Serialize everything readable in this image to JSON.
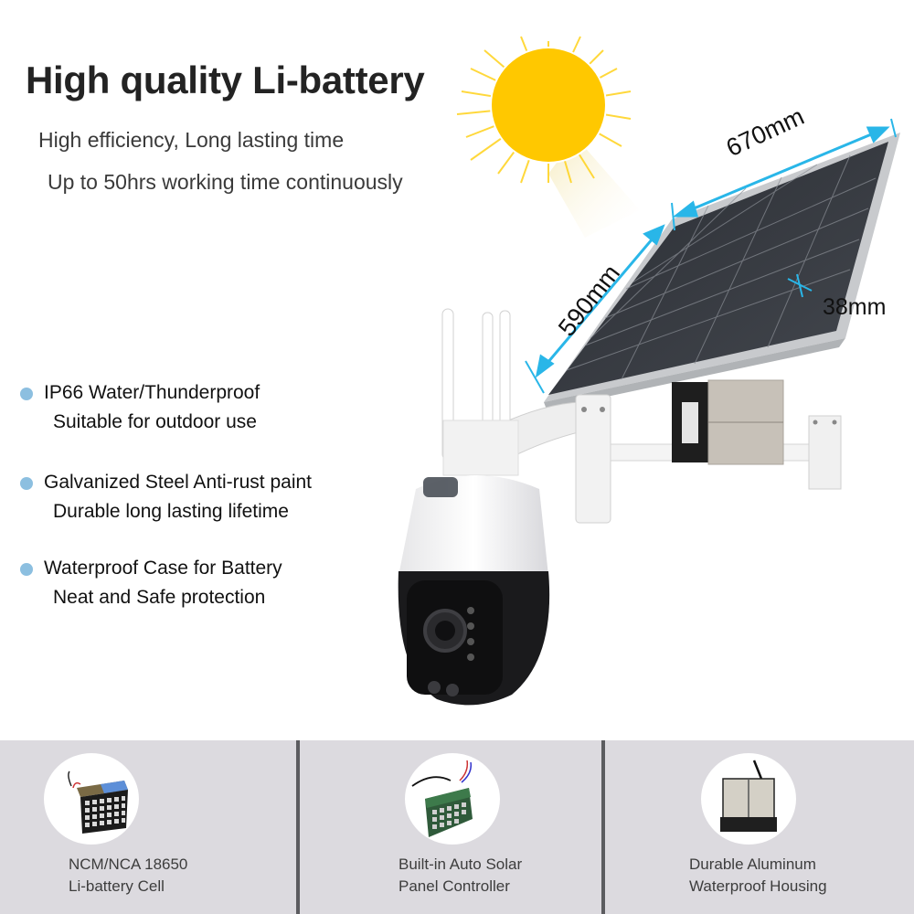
{
  "header": {
    "title": "High quality Li-battery",
    "subtitle_1": "High efficiency, Long lasting time",
    "subtitle_2": "Up to 50hrs working time continuously"
  },
  "features": [
    {
      "line1": "IP66 Water/Thunderproof",
      "line2": "Suitable for outdoor use",
      "bullet_icon": "dot-icon"
    },
    {
      "line1": "Galvanized Steel Anti-rust paint",
      "line2": "Durable long lasting lifetime",
      "bullet_icon": "dot-icon"
    },
    {
      "line1": "Waterproof Case for Battery",
      "line2": "Neat and Safe protection",
      "bullet_icon": "dot-icon"
    }
  ],
  "dimensions": {
    "length": "670mm",
    "width": "590mm",
    "thickness": "38mm"
  },
  "components": [
    {
      "line1": "NCM/NCA 18650",
      "line2": "Li-battery Cell",
      "icon": "battery-pack-icon"
    },
    {
      "line1": "Built-in Auto Solar",
      "line2": "Panel Controller",
      "icon": "controller-board-icon"
    },
    {
      "line1": "Durable Aluminum",
      "line2": "Waterproof Housing",
      "icon": "aluminum-housing-icon"
    }
  ],
  "colors": {
    "bullet": "#8cbfe0",
    "dimension_line": "#29b6e8",
    "sun": "#ffc800",
    "bottom_panel": "#dcdadf",
    "divider": "#5c5c60"
  }
}
